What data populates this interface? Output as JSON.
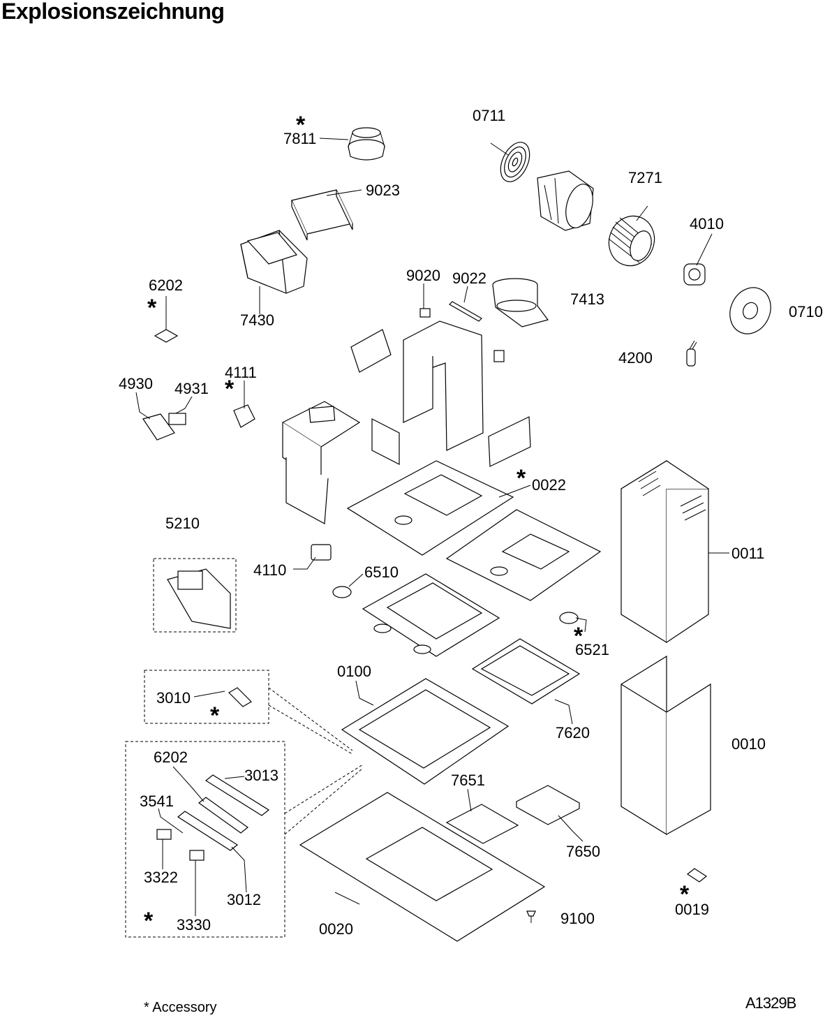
{
  "title": "Explosionszeichnung",
  "footer_note": "* Accessory",
  "document_code": "A1329B",
  "accessory_marker": "*",
  "parts": [
    {
      "label": "7811",
      "accessory": true
    },
    {
      "label": "0711",
      "accessory": false
    },
    {
      "label": "9023",
      "accessory": false
    },
    {
      "label": "7271",
      "accessory": false
    },
    {
      "label": "4010",
      "accessory": false
    },
    {
      "label": "6202",
      "accessory": true
    },
    {
      "label": "7430",
      "accessory": false
    },
    {
      "label": "9020",
      "accessory": false
    },
    {
      "label": "9022",
      "accessory": false
    },
    {
      "label": "7413",
      "accessory": false
    },
    {
      "label": "0710",
      "accessory": false
    },
    {
      "label": "4200",
      "accessory": false
    },
    {
      "label": "4930",
      "accessory": false
    },
    {
      "label": "4931",
      "accessory": false
    },
    {
      "label": "4111",
      "accessory": true
    },
    {
      "label": "0022",
      "accessory": true
    },
    {
      "label": "5210",
      "accessory": false
    },
    {
      "label": "0011",
      "accessory": false
    },
    {
      "label": "4110",
      "accessory": false
    },
    {
      "label": "6510",
      "accessory": false
    },
    {
      "label": "6521",
      "accessory": true
    },
    {
      "label": "0100",
      "accessory": false
    },
    {
      "label": "3010",
      "accessory": true
    },
    {
      "label": "7620",
      "accessory": false
    },
    {
      "label": "0010",
      "accessory": false
    },
    {
      "label": "6202",
      "accessory": false
    },
    {
      "label": "3013",
      "accessory": false
    },
    {
      "label": "7651",
      "accessory": false
    },
    {
      "label": "3541",
      "accessory": false
    },
    {
      "label": "7650",
      "accessory": false
    },
    {
      "label": "3322",
      "accessory": false
    },
    {
      "label": "3012",
      "accessory": false
    },
    {
      "label": "0019",
      "accessory": true
    },
    {
      "label": "3330",
      "accessory": true
    },
    {
      "label": "9100",
      "accessory": false
    },
    {
      "label": "0020",
      "accessory": false
    }
  ]
}
